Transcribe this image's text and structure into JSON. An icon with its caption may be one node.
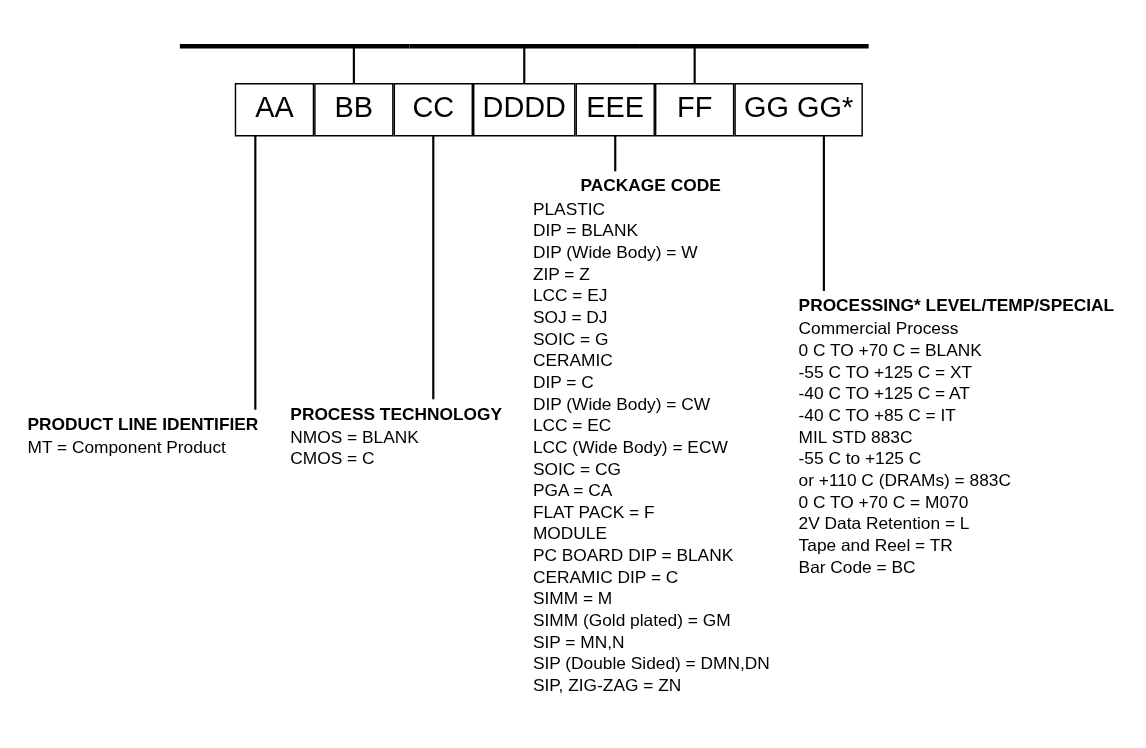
{
  "diagram": {
    "nodes": [
      {
        "text": [],
        "shape": "bar"
      },
      {
        "text": [],
        "shape": "bar"
      },
      {
        "text": [],
        "shape": "bar"
      },
      {
        "text": [
          "AA"
        ]
      },
      {
        "text": [
          "BB"
        ]
      },
      {
        "text": [
          "CC"
        ]
      },
      {
        "text": [
          "DDDD"
        ]
      },
      {
        "text": [
          "EEE"
        ]
      },
      {
        "text": [
          "FF"
        ]
      },
      {
        "text": [
          "GG GG*"
        ]
      },
      {
        "text": [
          "PRODUCT LINE IDENTIFIER",
          "MT = Component Product"
        ]
      },
      {
        "text": [
          "PROCESS TECHNOLOGY",
          "NMOS = BLANK",
          "CMOS = C"
        ]
      },
      {
        "text": [
          "PACKAGE CODE",
          "PLASTIC",
          "DIP = BLANK",
          "DIP (Wide Body) = W",
          "ZIP = Z",
          "LCC = EJ",
          "SOJ = DJ",
          "SOIC = G",
          "CERAMIC",
          "DIP = C",
          "DIP (Wide Body) = CW",
          "LCC = EC",
          "LCC (Wide Body) = ECW",
          "SOIC = CG",
          "PGA = CA",
          "FLAT PACK = F",
          "MODULE",
          "PC BOARD DIP = BLANK",
          "CERAMIC DIP = C",
          "SIMM = M",
          "SIMM (Gold plated) = GM",
          "SIP = MN,N",
          "SIP (Double Sided) = DMN,DN",
          "SIP, ZIG-ZAG = ZN"
        ]
      },
      {
        "text": [
          "PROCESSING* LEVEL/TEMP/SPECIAL",
          "Commercial Process",
          "0 C TO +70 C = BLANK",
          "-55 C TO +125 C = XT",
          "-40 C TO +125 C = AT",
          "-40 C TO +85 C = IT",
          "MIL STD 883C",
          "-55 C to +125 C",
          "or +110 C (DRAMs) = 883C",
          "0 C TO +70 C = M070",
          "2V Data Retention = L",
          "Tape and Reel = TR",
          "Bar Code = BC"
        ]
      }
    ],
    "edges": [
      {
        "from": 0,
        "to": 4,
        "arrow": "none"
      },
      {
        "from": 1,
        "to": 6,
        "arrow": "none"
      },
      {
        "from": 2,
        "to": 8,
        "arrow": "none"
      },
      {
        "from": 3,
        "to": 10,
        "arrow": "none"
      },
      {
        "from": 5,
        "to": 11,
        "arrow": "none"
      },
      {
        "from": 7,
        "to": 12,
        "arrow": "none"
      },
      {
        "from": 9,
        "to": 13,
        "arrow": "none"
      }
    ]
  }
}
